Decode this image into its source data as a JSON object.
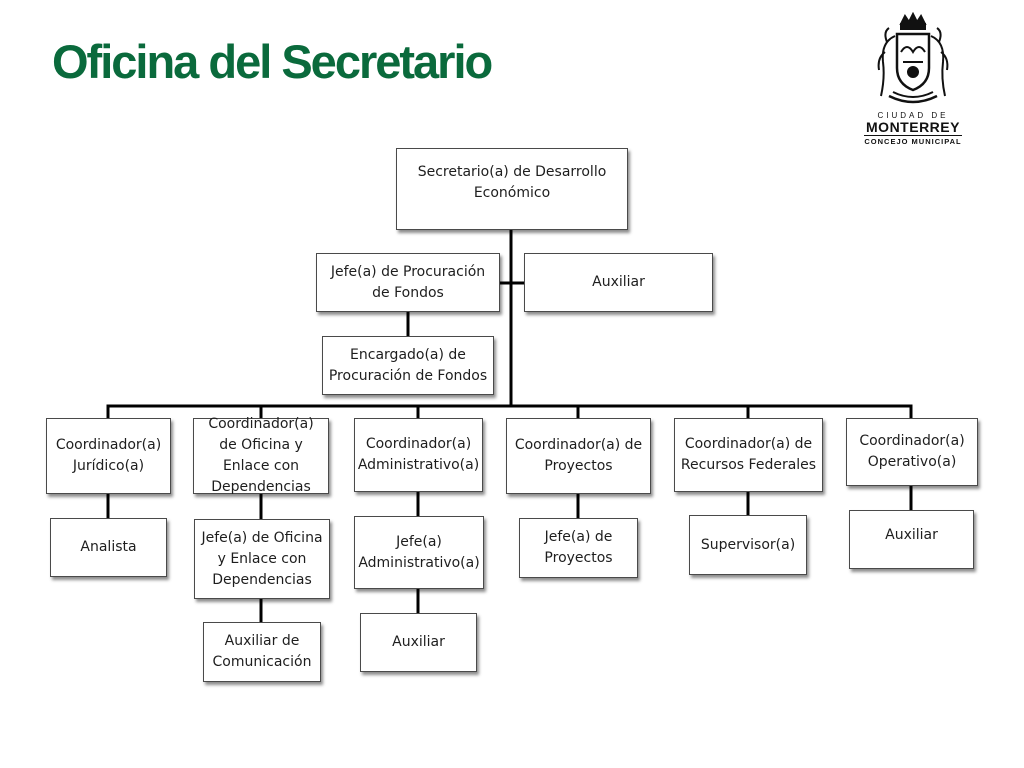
{
  "title": "Oficina del Secretario",
  "logo": {
    "line1": "CIUDAD DE",
    "line2": "MONTERREY",
    "line3": "CONCEJO MUNICIPAL"
  },
  "org": {
    "secretario": "Secretario(a) de Desarrollo Económico",
    "jefe_procuracion": "Jefe(a) de Procuración de Fondos",
    "auxiliar_top": "Auxiliar",
    "encargado": "Encargado(a) de Procuración de Fondos",
    "coord_juridico": "Coordinador(a) Jurídico(a)",
    "coord_oficina": "Coordinador(a) de Oficina y Enlace con Dependencias",
    "coord_admin": "Coordinador(a) Administrativo(a)",
    "coord_proyectos": "Coordinador(a) de Proyectos",
    "coord_recursos": "Coordinador(a) de Recursos Federales",
    "coord_operativo": "Coordinador(a) Operativo(a)",
    "analista": "Analista",
    "jefe_oficina": "Jefe(a) de Oficina y Enlace con Dependencias",
    "jefe_admin": "Jefe(a) Administrativo(a)",
    "jefe_proyectos": "Jefe(a) de Proyectos",
    "supervisor": "Supervisor(a)",
    "auxiliar_operativo": "Auxiliar",
    "auxiliar_comunicacion": "Auxiliar de Comunicación",
    "auxiliar_admin": "Auxiliar"
  },
  "colors": {
    "title": "#0a6a3c",
    "line": "#000000",
    "box_border": "#4a4a4a"
  }
}
